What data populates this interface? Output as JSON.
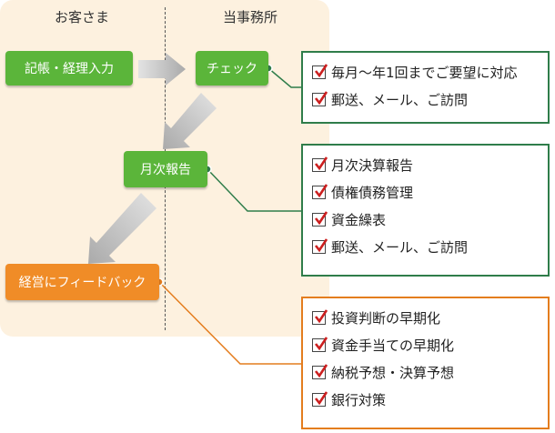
{
  "headers": {
    "client": "お客さま",
    "office": "当事務所"
  },
  "nodes": {
    "input": "記帳・経理入力",
    "check": "チェック",
    "report": "月次報告",
    "feedback": "経営にフィードバック"
  },
  "check_items": [
    "毎月～年1回までご要望に対応",
    "郵送、メール、ご訪問"
  ],
  "report_items": [
    "月次決算報告",
    "債権債務管理",
    "資金繰表",
    "郵送、メール、ご訪問"
  ],
  "feedback_items": [
    "投資判断の早期化",
    "資金手当ての早期化",
    "納税予想・決算予想",
    "銀行対策"
  ],
  "colors": {
    "green": "#5bb53a",
    "orange": "#f08c27",
    "box_green": "#2f7d4a",
    "box_orange": "#e47d1e",
    "check_red": "#cc1f1f"
  }
}
